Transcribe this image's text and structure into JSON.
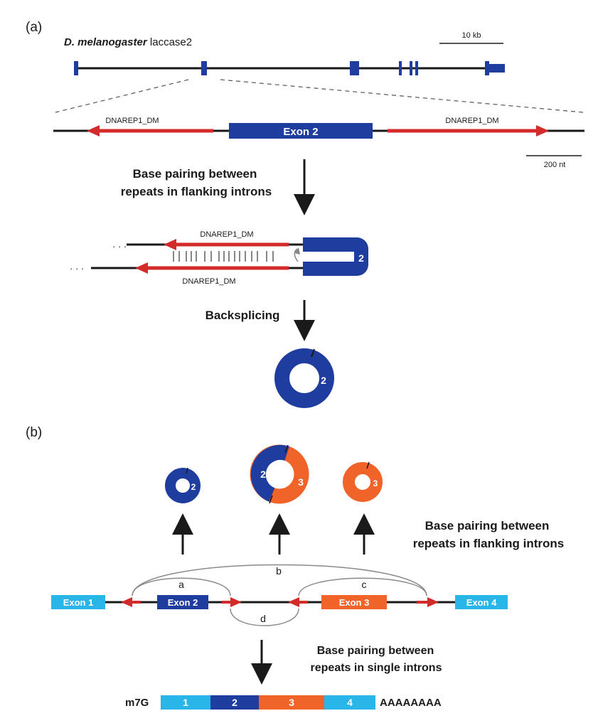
{
  "panel_a": {
    "label": "(a)",
    "gene_species": "D. melanogaster",
    "gene_name": "laccase2",
    "scale_gene": "10 kb",
    "scale_zoom": "200 nt",
    "repeat_left": "DNAREP1_DM",
    "repeat_right": "DNAREP1_DM",
    "exon_label": "Exon 2",
    "step1_line1": "Base pairing between",
    "step1_line2": "repeats in flanking introns",
    "pair_repeat_top": "DNAREP1_DM",
    "pair_repeat_bottom": "DNAREP1_DM",
    "pair_exon_num": "2",
    "ellipsis_top": "· · ·",
    "ellipsis_bottom": "· · ·",
    "step2": "Backsplicing",
    "circle_exon_num": "2"
  },
  "panel_b": {
    "label": "(b)",
    "circle1_num": "2",
    "circle2_num_left": "2",
    "circle2_num_right": "3",
    "circle3_num": "3",
    "step_flank_line1": "Base pairing between",
    "step_flank_line2": "repeats in flanking introns",
    "exon1": "Exon 1",
    "exon2": "Exon 2",
    "exon3": "Exon 3",
    "exon4": "Exon 4",
    "arc_a": "a",
    "arc_b": "b",
    "arc_c": "c",
    "arc_d": "d",
    "step_single_line1": "Base pairing between",
    "step_single_line2": "repeats in single introns",
    "cap": "m7G",
    "mrna_1": "1",
    "mrna_2": "2",
    "mrna_3": "3",
    "mrna_4": "4",
    "polya": "AAAAAAAA"
  },
  "colors": {
    "dark_blue": "#1f3d9e",
    "orange": "#f0642a",
    "light_blue": "#29b5e8",
    "red": "#d32a2a",
    "black": "#1a1a1a",
    "grey": "#8a8a8a"
  }
}
